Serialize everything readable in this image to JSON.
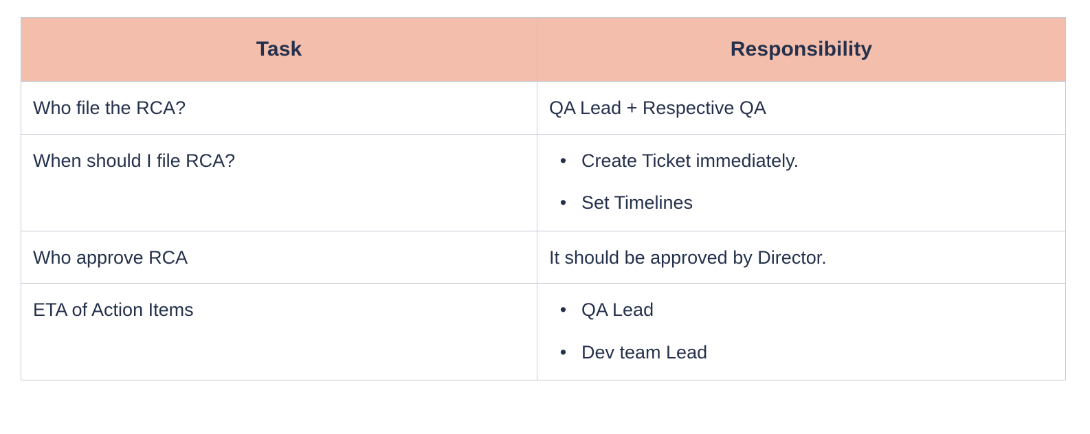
{
  "table": {
    "name": "rca-responsibility-table",
    "colors": {
      "header_background": "#f4beac",
      "text": "#25314c",
      "border": "#c3c8d2",
      "cell_background": "#ffffff"
    },
    "columns": [
      {
        "key": "task",
        "label": "Task"
      },
      {
        "key": "responsibility",
        "label": "Responsibility"
      }
    ],
    "rows": [
      {
        "task": "Who file the RCA?",
        "responsibility_type": "text",
        "responsibility_text": "QA Lead + Respective QA",
        "responsibility_items": []
      },
      {
        "task": "When should I file RCA?",
        "responsibility_type": "list",
        "responsibility_text": "",
        "responsibility_items": [
          "Create Ticket immediately.",
          "Set Timelines"
        ]
      },
      {
        "task": "Who approve RCA",
        "responsibility_type": "text",
        "responsibility_text": "It should be approved by Director.",
        "responsibility_items": []
      },
      {
        "task": "ETA of Action Items",
        "responsibility_type": "list",
        "responsibility_text": "",
        "responsibility_items": [
          "QA Lead",
          "Dev team Lead"
        ]
      }
    ],
    "bullet_glyph": "•"
  }
}
